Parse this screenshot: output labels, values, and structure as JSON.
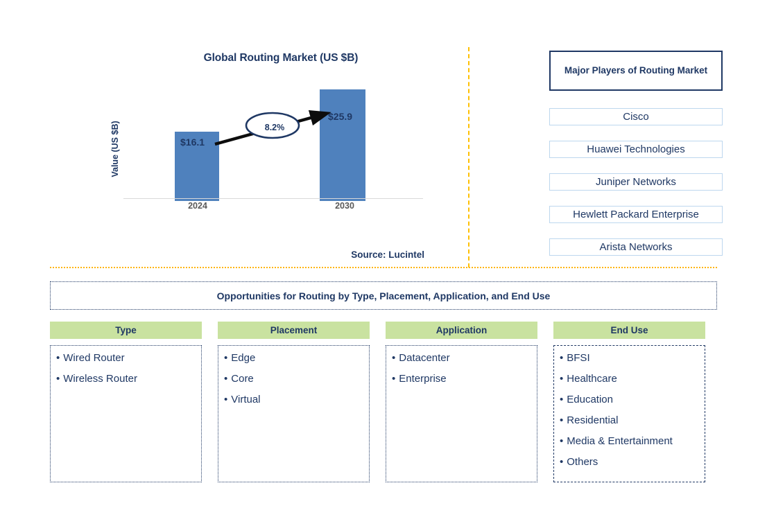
{
  "chart_data": {
    "type": "bar",
    "title": "Global Routing Market (US $B)",
    "ylabel": "Value (US $B)",
    "xlabel": "",
    "categories": [
      "2024",
      "2030"
    ],
    "values": [
      16.1,
      25.9
    ],
    "value_labels": [
      "$16.1",
      "$25.9"
    ],
    "cagr_label": "8.2%",
    "ylim": [
      0,
      28
    ],
    "grid": false,
    "legend": "none",
    "bar_color": "#4F81BD",
    "annotation": "Arrow from 2024 bar to 2030 bar with CAGR badge 8.2%"
  },
  "source": {
    "text": "Source: Lucintel"
  },
  "players": {
    "header": "Major Players of Routing Market",
    "items": [
      {
        "name": "Cisco"
      },
      {
        "name": "Huawei Technologies"
      },
      {
        "name": "Juniper Networks"
      },
      {
        "name": "Hewlett Packard Enterprise"
      },
      {
        "name": "Arista Networks"
      }
    ]
  },
  "opportunities": {
    "banner": "Opportunities for Routing by Type, Placement, Application, and End Use",
    "columns": [
      {
        "header": "Type",
        "items": [
          "Wired Router",
          "Wireless Router"
        ]
      },
      {
        "header": "Placement",
        "items": [
          "Edge",
          "Core",
          "Virtual"
        ]
      },
      {
        "header": "Application",
        "items": [
          "Datacenter",
          "Enterprise"
        ]
      },
      {
        "header": "End Use",
        "items": [
          "BFSI",
          "Healthcare",
          "Education",
          "Residential",
          "Media & Entertainment",
          "Others"
        ]
      }
    ]
  },
  "colors": {
    "navy": "#1F3864",
    "bar_blue": "#4F81BD",
    "green_header": "#C9E2A0",
    "divider_gold": "#FFC000",
    "box_border_blue": "#BDD7EE"
  }
}
